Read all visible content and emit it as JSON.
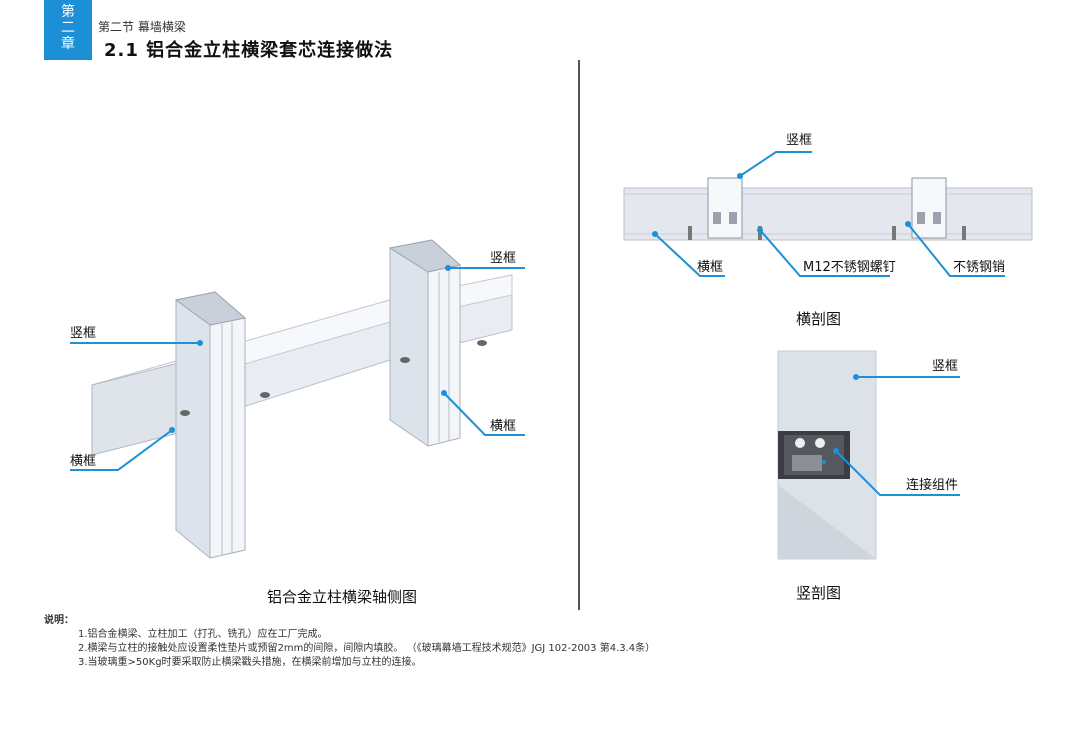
{
  "header": {
    "chapter_tab": [
      "第",
      "二",
      "章"
    ],
    "section": "第二节 幕墙横梁",
    "title": "2.1 铝合金立柱横梁套芯连接做法"
  },
  "colors": {
    "accent": "#1d8fd6",
    "callout_line": "#1e90d8"
  },
  "axonometric": {
    "labels": {
      "mullion_left": "竖框",
      "transom_left": "横框",
      "mullion_right": "竖框",
      "transom_right": "横框"
    },
    "caption": "铝合金立柱横梁轴侧图"
  },
  "horizontal_section": {
    "labels": {
      "mullion": "竖框",
      "transom": "横框",
      "bolt": "M12不锈钢螺钉",
      "pin": "不锈钢销"
    },
    "caption": "横剖图"
  },
  "vertical_section": {
    "labels": {
      "mullion": "竖框",
      "connector": "连接组件"
    },
    "caption": "竖剖图"
  },
  "notes": {
    "heading": "说明：",
    "items": [
      "1.铝合金横梁、立柱加工（打孔、铣孔）应在工厂完成。",
      "2.横梁与立柱的接触处应设置柔性垫片或预留2mm的间隙，间隙内填胶。 （《玻璃幕墙工程技术规范》JGJ 102-2003 第4.3.4条）",
      "3.当玻璃重>50Kg时要采取防止横梁戳头措施，在横梁前增加与立柱的连接。"
    ]
  }
}
